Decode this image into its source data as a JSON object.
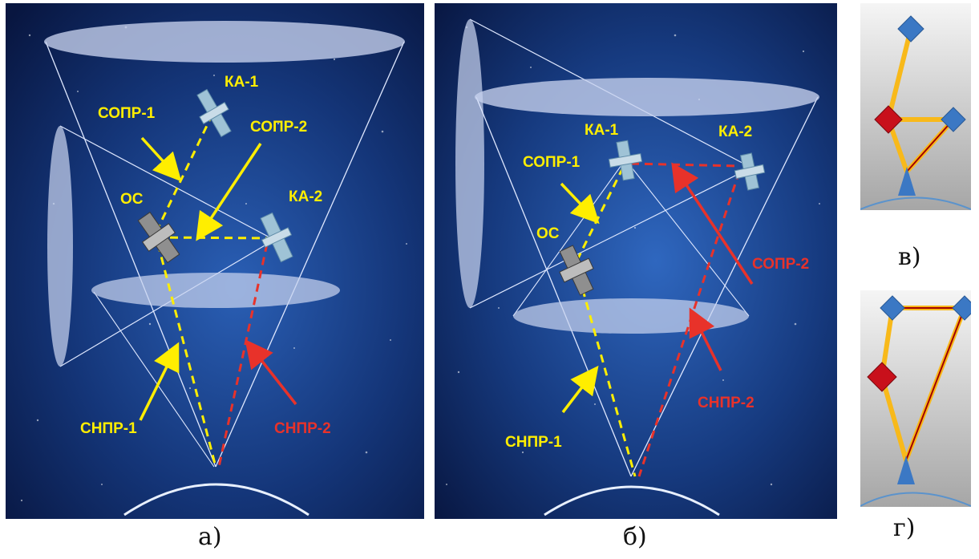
{
  "colors": {
    "space_dark": "#0b1a4a",
    "space_mid": "#1d4a9c",
    "yellow": "#ffee00",
    "red": "#e8322a",
    "orange": "#f8b91a",
    "dark_red_line": "#a00000",
    "node_blue": "#3b78c4",
    "node_red": "#c8101b",
    "earth_blue": "#6aa0d8"
  },
  "panel_a": {
    "caption": "а)",
    "labels": {
      "ka1": "КА-1",
      "ka2": "КА-2",
      "os": "ОС",
      "sopr1": "СОПР-1",
      "sopr2": "СОПР-2",
      "snpr1": "СНПР-1",
      "snpr2": "СНПР-2"
    }
  },
  "panel_b": {
    "caption": "б)",
    "labels": {
      "ka1": "КА-1",
      "ka2": "КА-2",
      "os": "ОС",
      "sopr1": "СОПР-1",
      "sopr2": "СОПР-2",
      "snpr1": "СНПР-1",
      "snpr2": "СНПР-2"
    }
  },
  "panel_v": {
    "caption": "в)"
  },
  "panel_g": {
    "caption": "г)"
  }
}
